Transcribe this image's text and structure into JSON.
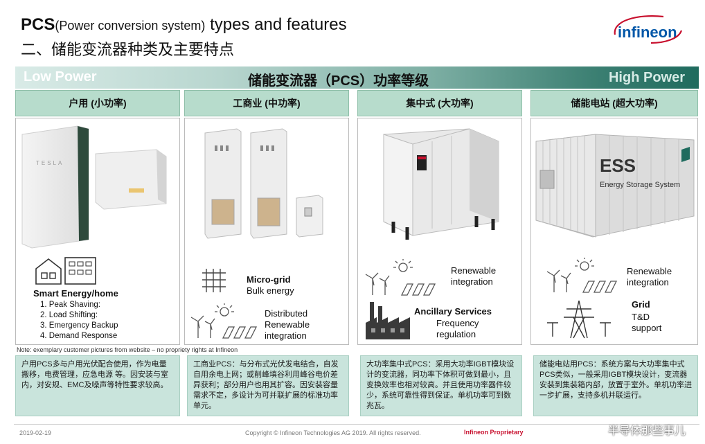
{
  "header": {
    "title_bold": "PCS",
    "title_paren": "(Power conversion  system)",
    "title_rest": " types and features",
    "title_zh": "二、储能变流器种类及主要特点",
    "logo_text": "infineon"
  },
  "power_bar": {
    "low": "Low Power",
    "mid": "储能变流器（PCS）功率等级",
    "high": "High Power"
  },
  "columns": [
    {
      "header": "户用 (小功率)",
      "logo_text": "TESLA",
      "app_title": "Smart Energy/home",
      "app_items": [
        "1.  Peak Shaving:",
        "2.  Load Shifting:",
        "3.  Emergency Backup",
        "4.  Demand Response"
      ],
      "desc": "户用PCS多与户用光伏配合使用，作为电量搬移，电费管理，应急电源 等。因安装与室内，对安规、EMC及噪声等特性要求较高。"
    },
    {
      "header": "工商业 (中功率)",
      "app1_title": "Micro-grid",
      "app1_sub": "Bulk energy",
      "app2_lines": [
        "Distributed",
        "Renewable",
        "integration"
      ],
      "desc": "工商业PCS：与分布式光伏发电结合，自发自用余电上网；或削峰填谷利用峰谷电价差异获利；部分用户也用其扩容。因安装容量需求不定，多设计为可并联扩展的标准功率单元。"
    },
    {
      "header": "集中式 (大功率)",
      "app1_lines": [
        "Renewable",
        "integration"
      ],
      "app2_title": "Ancillary Services",
      "app2_lines": [
        "Frequency",
        "regulation"
      ],
      "desc": "大功率集中式PCS：采用大功率IGBT模块设计的变流器，同功率下体积可做到最小，且变换效率也相对较高。并且使用功率器件较少，系统可靠性得到保证。单机功率可到数兆瓦。"
    },
    {
      "header": "储能电站 (超大功率)",
      "ess_title": "ESS",
      "ess_sub": "Energy Storage System",
      "app1_lines": [
        "Renewable",
        "integration"
      ],
      "app2_title": "Grid",
      "app2_lines": [
        "T&D",
        "support"
      ],
      "desc": "储能电站用PCS：系统方案与大功率集中式PCS类似，一般采用IGBT模块设计，变流器安装到集装箱内部，放置于室外。单机功率进一步扩展，支持多机并联运行。"
    }
  ],
  "note": "Note: exemplary customer pictures from website – no propriety rights at Infineon",
  "footer": {
    "date": "2019-02-19",
    "copyright": "Copyright © Infineon Technologies AG 2019. All rights  reserved.",
    "proprietary": "Infineon Proprietary",
    "watermark": "半导体那些事儿"
  },
  "colors": {
    "header_green": "#b7dccc",
    "desc_green": "#c9e4dc",
    "bar_dark": "#1f6b5e",
    "infineon_red": "#c8102e",
    "infineon_blue": "#0057a8"
  },
  "icons": [
    "house-icon",
    "building-icon",
    "grid-icon",
    "wind-solar-icon",
    "factory-icon",
    "pylon-icon"
  ]
}
